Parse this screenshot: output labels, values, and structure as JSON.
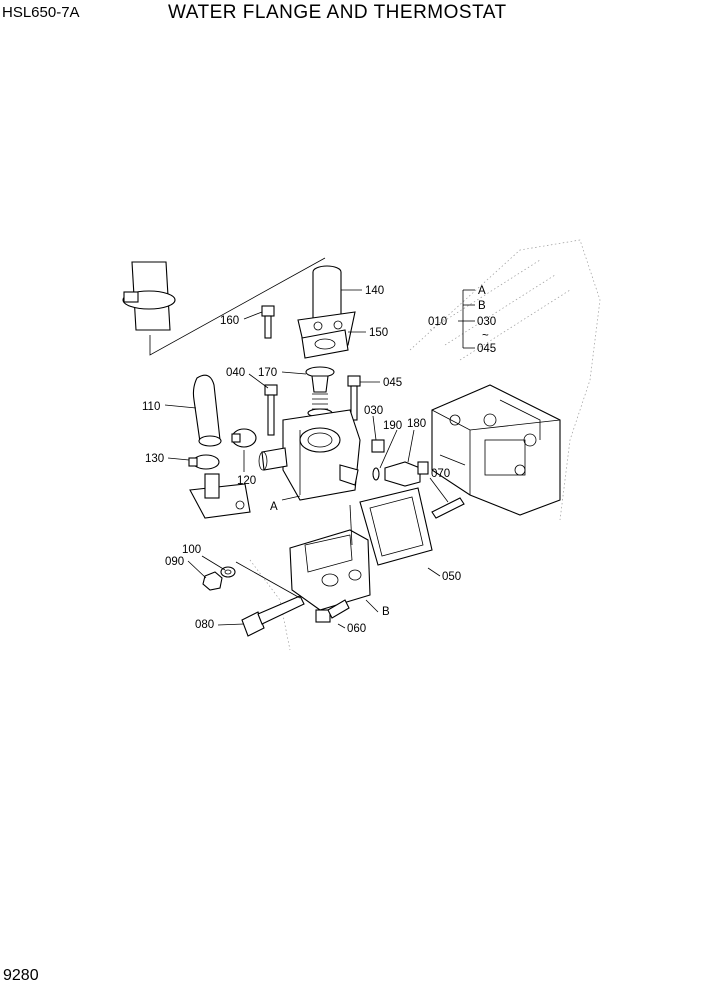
{
  "header": {
    "model": "HSL650-7A",
    "title": "WATER FLANGE AND THERMOSTAT"
  },
  "footer": {
    "page_number": "9280"
  },
  "callouts": {
    "c140": "140",
    "c150": "150",
    "c160": "160",
    "c170": "170",
    "c040": "040",
    "c045": "045",
    "c110": "110",
    "c030": "030",
    "c190": "190",
    "c180": "180",
    "c130": "130",
    "c120": "120",
    "cA": "A",
    "c070": "070",
    "c050": "050",
    "c100": "100",
    "c090": "090",
    "cB": "B",
    "c080": "080",
    "c060": "060"
  },
  "kit_legend": {
    "parent": "010",
    "items": [
      "A",
      "B",
      "030",
      "~",
      "045"
    ]
  }
}
